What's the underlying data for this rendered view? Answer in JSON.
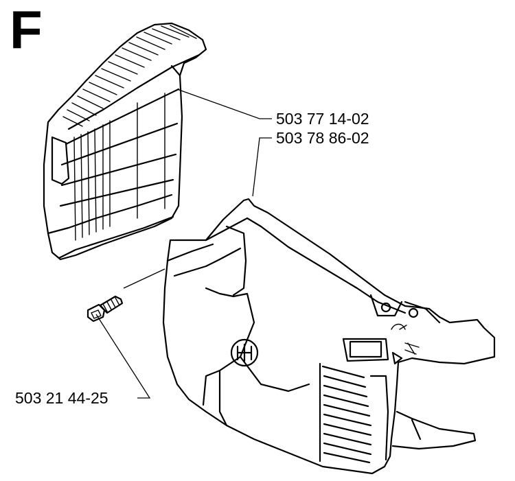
{
  "section_letter": "F",
  "parts": [
    {
      "part_number": "503 77 14-02",
      "item": "air filter cover grille"
    },
    {
      "part_number": "503 78 86-02",
      "item": "cylinder cover"
    },
    {
      "part_number": "503 21 44-25",
      "item": "screw"
    }
  ],
  "colors": {
    "ink": "#000000",
    "paper": "#ffffff"
  }
}
